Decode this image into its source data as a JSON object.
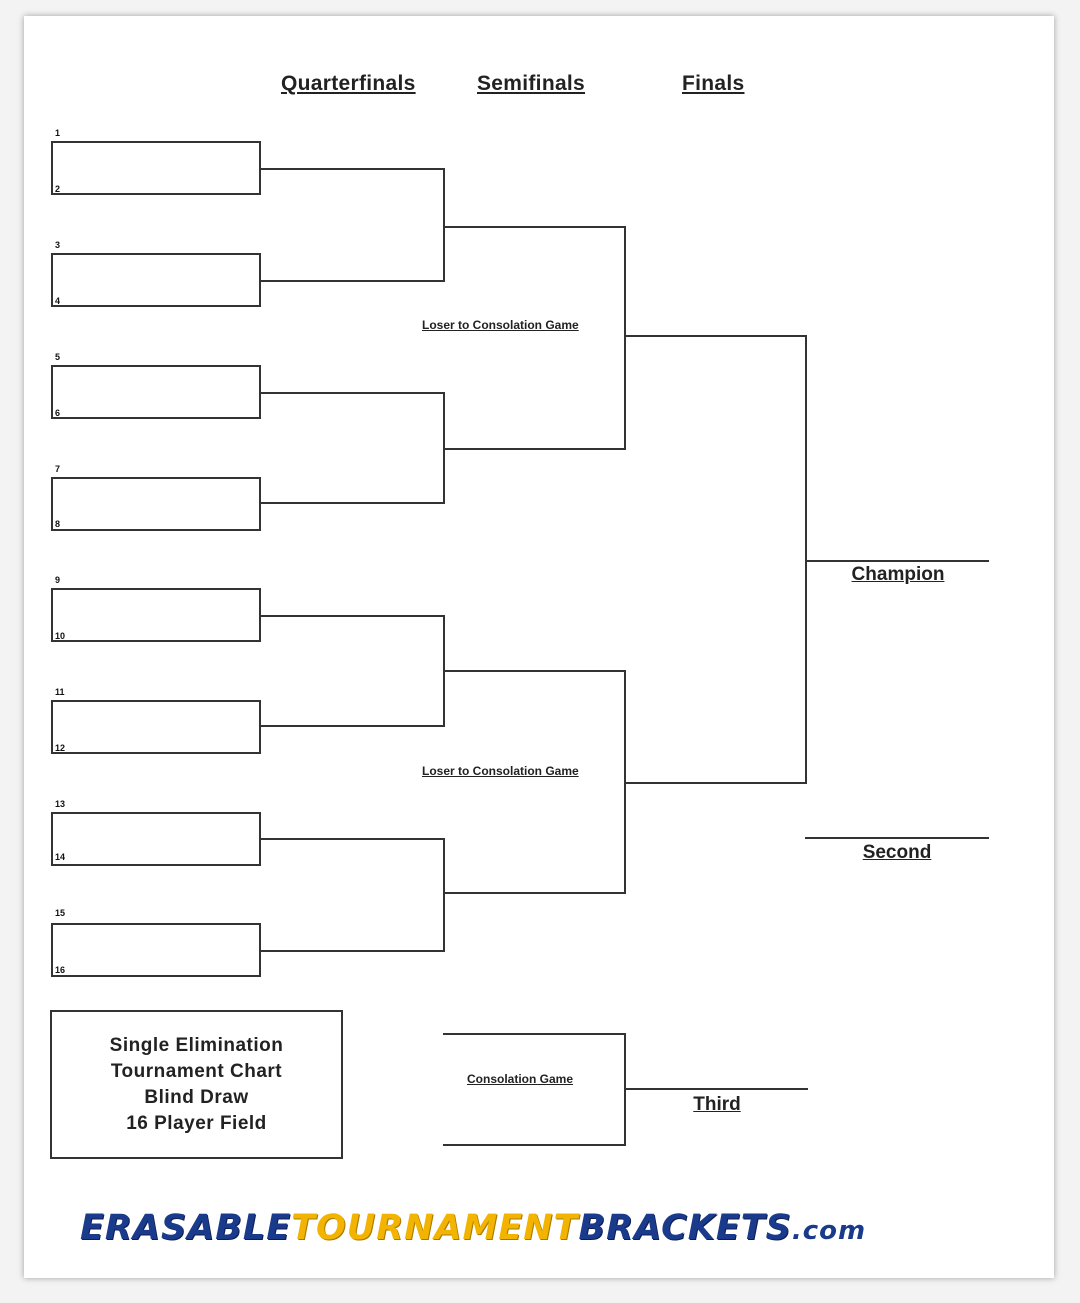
{
  "rounds": {
    "quarterfinals": "Quarterfinals",
    "semifinals": "Semifinals",
    "finals": "Finals"
  },
  "seeds": [
    "1",
    "2",
    "3",
    "4",
    "5",
    "6",
    "7",
    "8",
    "9",
    "10",
    "11",
    "12",
    "13",
    "14",
    "15",
    "16"
  ],
  "loser_label": "Loser to Consolation Game",
  "consolation_label": "Consolation Game",
  "places": {
    "champion": "Champion",
    "second": "Second",
    "third": "Third"
  },
  "info": {
    "line1": "Single Elimination",
    "line2": "Tournament Chart",
    "line3": "Blind Draw",
    "line4": "16 Player Field"
  },
  "logo": {
    "part1": "ERASABLE",
    "part2": "TOURNAMENT",
    "part3": "BRACKETS",
    "part4": ".com"
  },
  "colors": {
    "logo_blue": "#1a3a8c",
    "logo_gold": "#f2b400",
    "line": "#333333"
  }
}
